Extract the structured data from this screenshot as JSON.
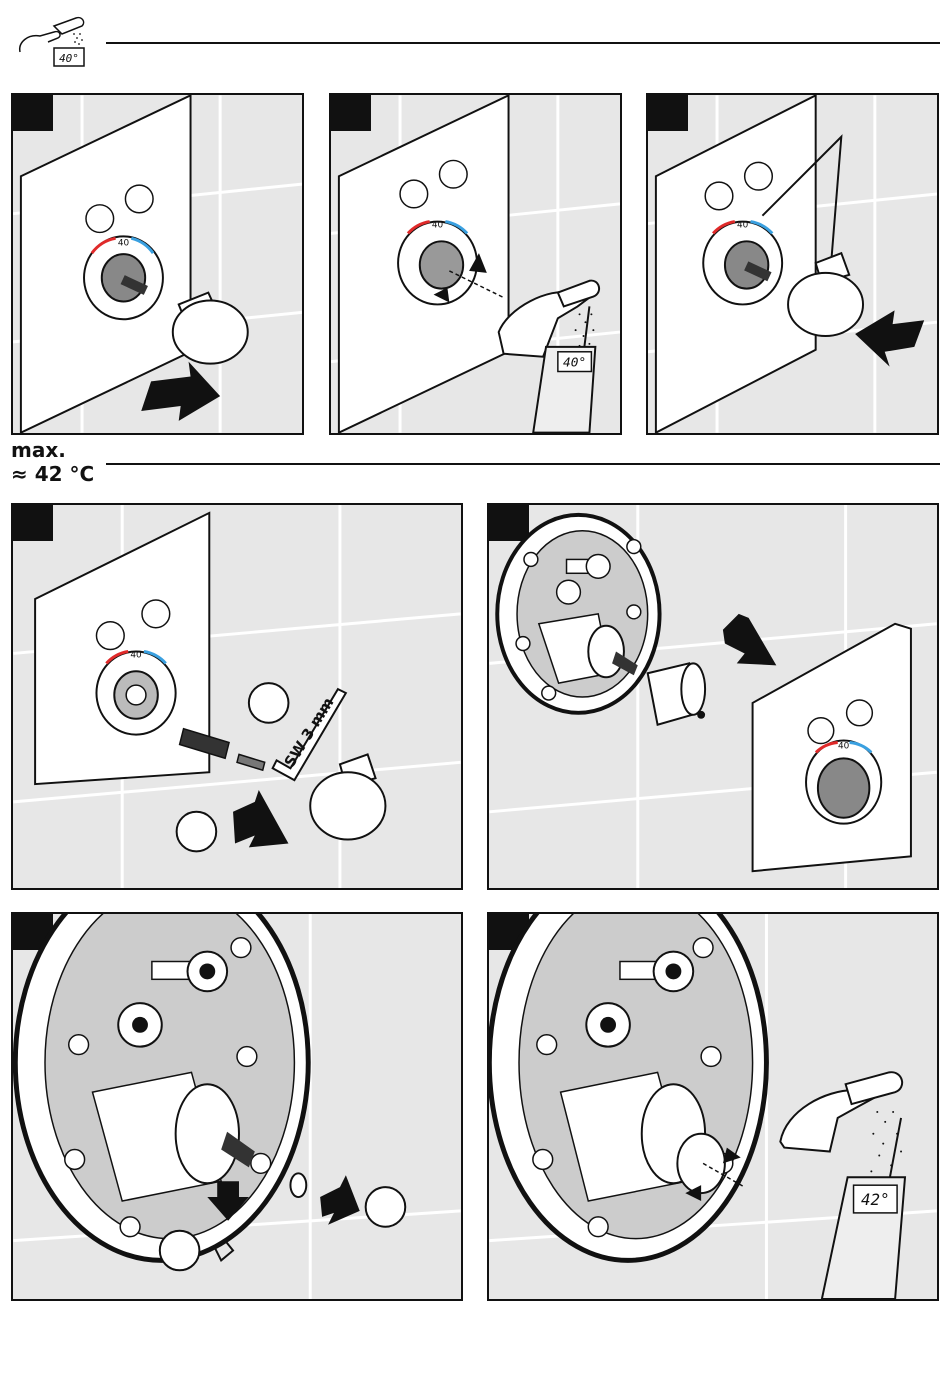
{
  "header": {
    "icon": "hand-shower-thermometer-icon",
    "icon_temp": "40°"
  },
  "section": {
    "max_line1": "max.",
    "max_line2": "≈ 42 °C"
  },
  "panels": [
    {
      "id": "p1",
      "gauge": "40",
      "description": "remove handle"
    },
    {
      "id": "p2",
      "gauge": "40",
      "readout": "40°"
    },
    {
      "id": "p3",
      "gauge": "40"
    },
    {
      "id": "p4",
      "gauge": "40",
      "tool": "SW 3 mm"
    },
    {
      "id": "p5",
      "gauge": "40"
    },
    {
      "id": "p6"
    },
    {
      "id": "p7",
      "readout": "42°"
    }
  ],
  "colors": {
    "ink": "#111111",
    "wall": "#e7e7e7",
    "hot": "#e02a2a",
    "cold": "#3aa0e0"
  }
}
